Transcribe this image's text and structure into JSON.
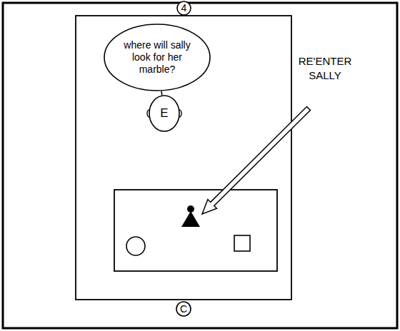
{
  "diagram": {
    "nodes": [
      {
        "text": [
          "4"
        ]
      },
      {
        "text": [
          "where will sally look for her marble?"
        ]
      },
      {
        "text": [
          "E"
        ]
      },
      {
        "text": [
          "C"
        ]
      }
    ],
    "edges": [
      {
        "from": 1,
        "to": 2,
        "arrow": "none"
      }
    ],
    "labels": [
      "RE'ENTER SALLY"
    ]
  }
}
